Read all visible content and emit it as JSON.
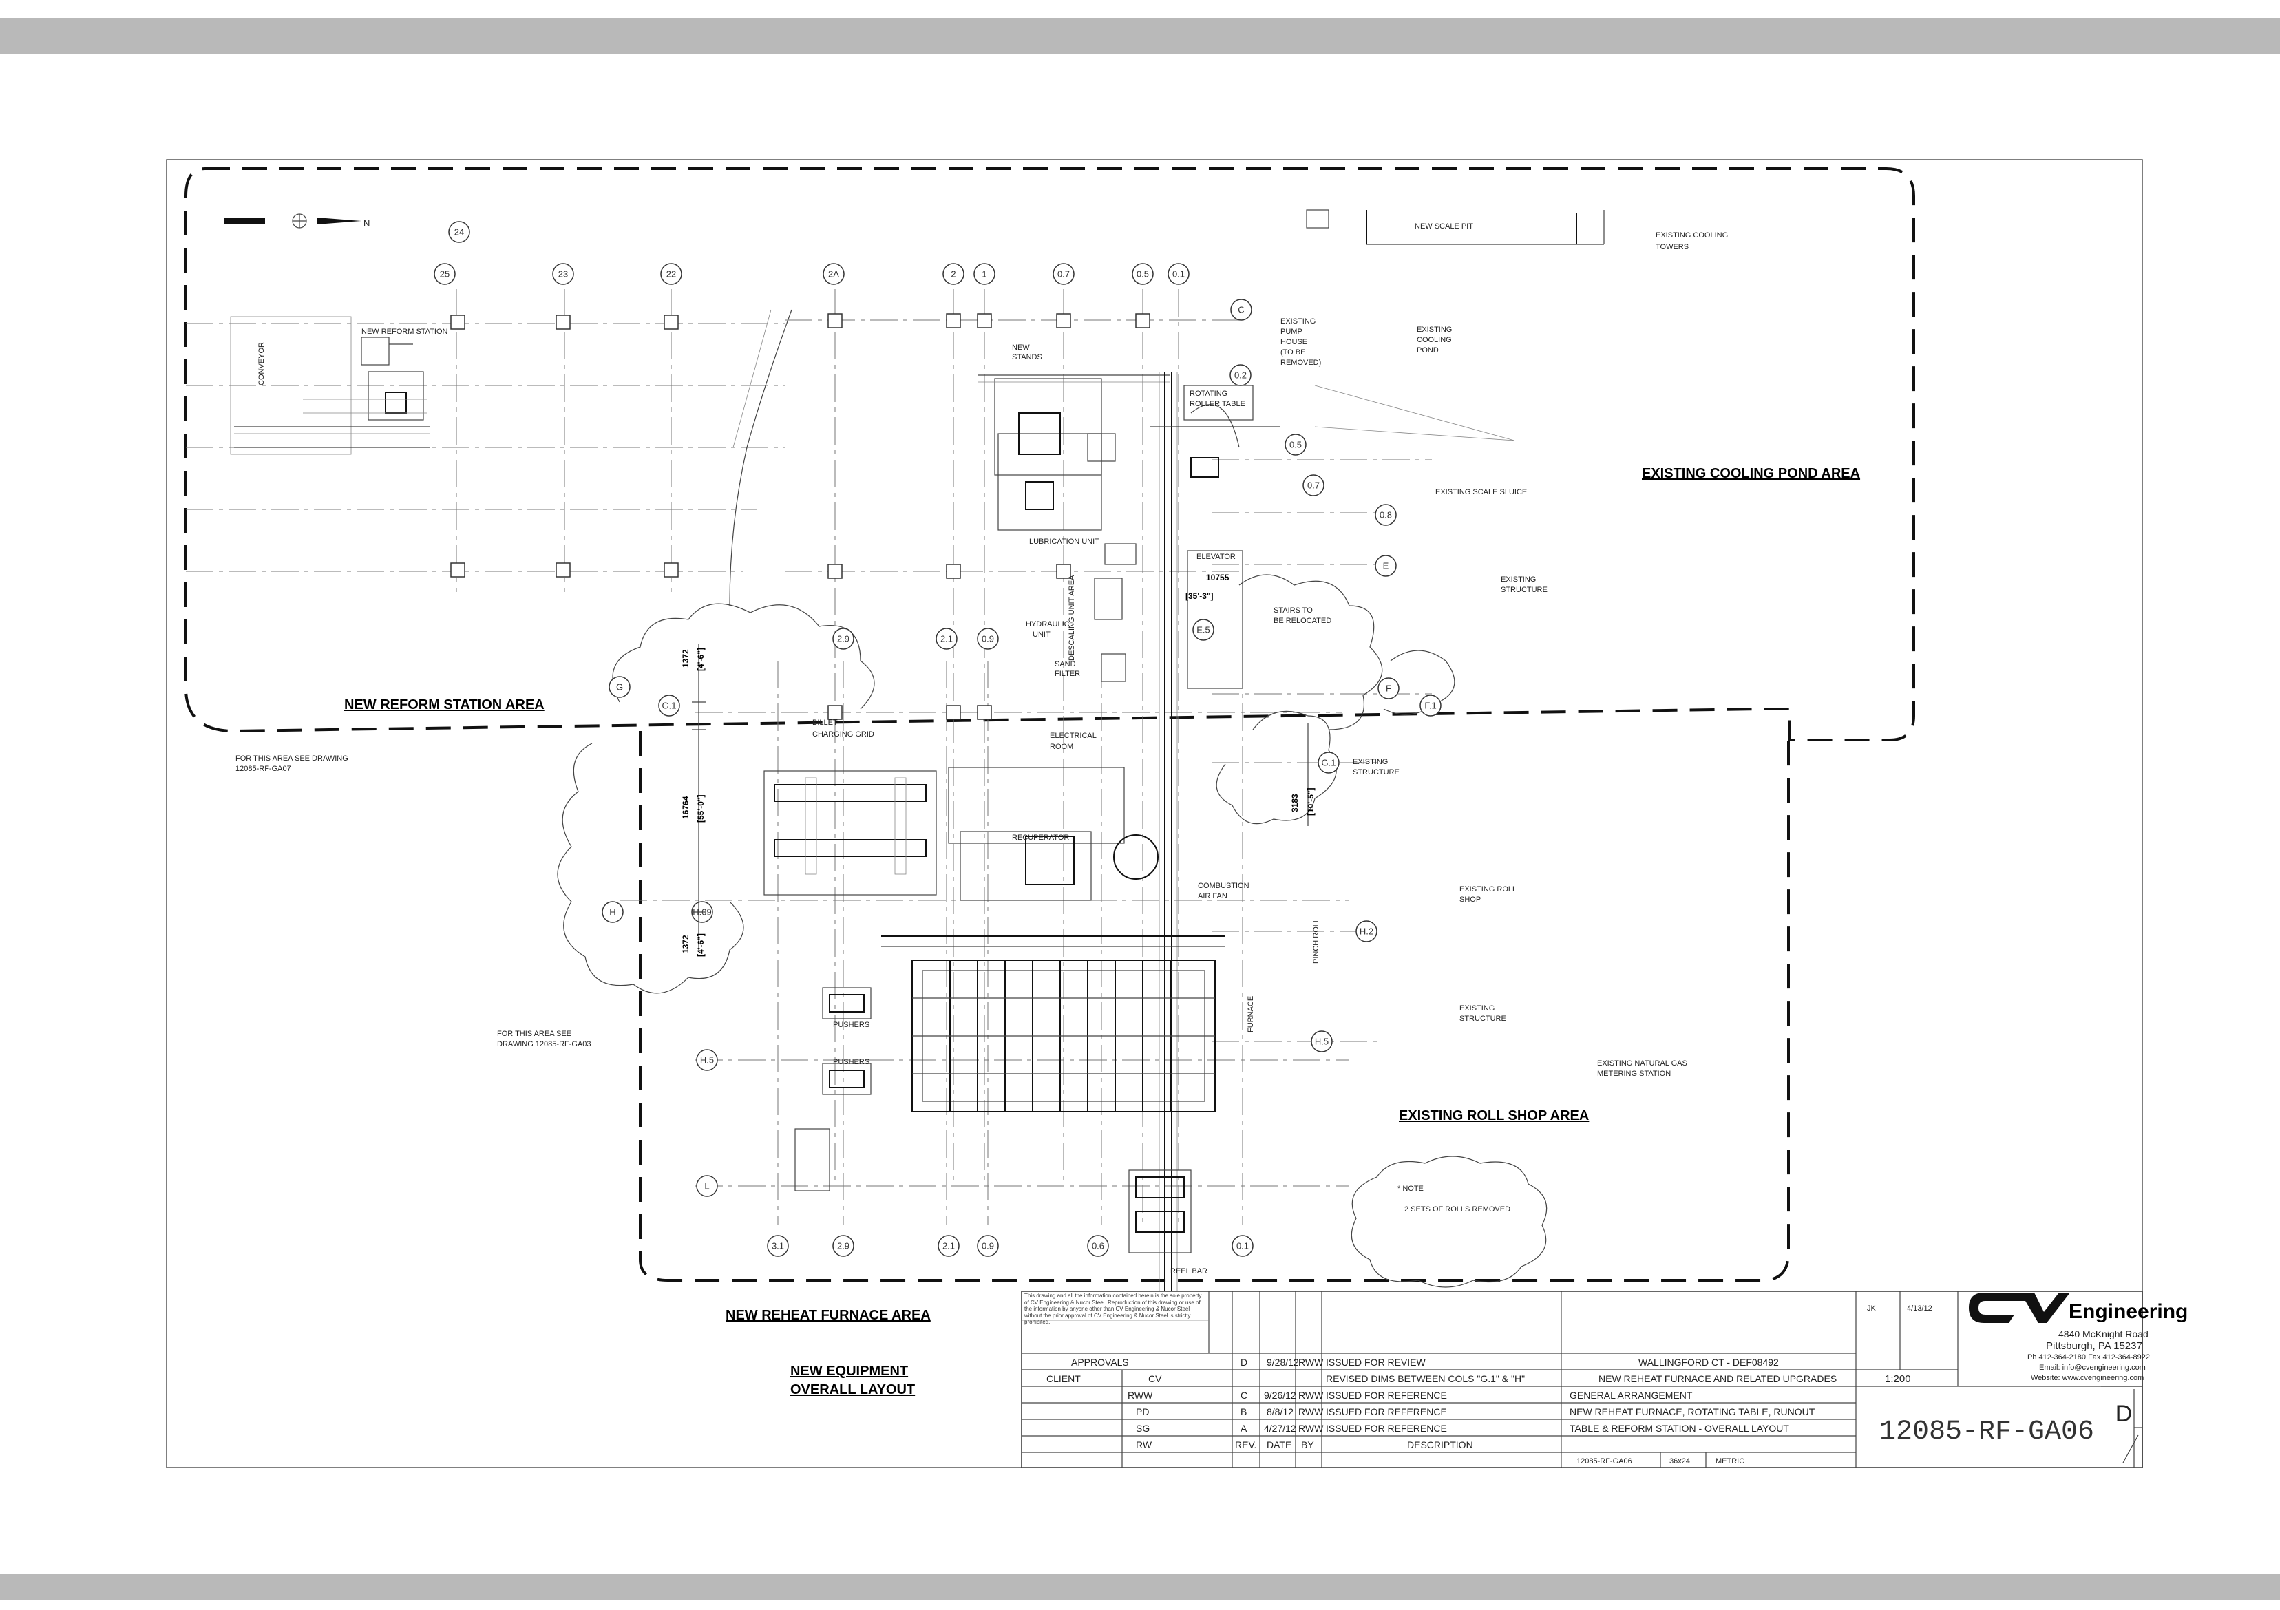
{
  "drawing": {
    "areas": {
      "reform": "NEW REFORM STATION AREA",
      "cooling": "EXISTING COOLING POND AREA",
      "rollshop": "EXISTING ROLL SHOP AREA",
      "reheat": "NEW REHEAT FURNACE AREA",
      "overall_line1": "NEW EQUIPMENT",
      "overall_line2": "OVERALL LAYOUT"
    },
    "north_arrow": "N",
    "labels": {
      "new_scale_pit": "NEW SCALE PIT",
      "existing_cooling_towers_1": "EXISTING COOLING",
      "existing_cooling_towers_2": "TOWERS",
      "existing_pump_house_1": "EXISTING",
      "existing_pump_house_2": "PUMP",
      "existing_pump_house_3": "HOUSE",
      "existing_pump_house_4": "(TO BE",
      "existing_pump_house_5": "REMOVED)",
      "existing_cooling_pond_1": "EXISTING",
      "existing_cooling_pond_2": "COOLING",
      "existing_cooling_pond_3": "POND",
      "existing_scale_sluice": "EXISTING SCALE SLUICE",
      "existing_structure_1": "EXISTING",
      "existing_structure_2": "STRUCTURE",
      "stairs_1": "STAIRS TO",
      "stairs_2": "BE RELOCATED",
      "rotating_roller_table_1": "ROTATING",
      "rotating_roller_table_2": "ROLLER TABLE",
      "new_stands_1": "NEW",
      "new_stands_2": "STANDS",
      "lubrication_unit": "LUBRICATION UNIT",
      "hydraulic_unit_1": "HYDRAULIC",
      "hydraulic_unit_2": "UNIT",
      "sand_filter_1": "SAND",
      "sand_filter_2": "FILTER",
      "descaling_unit_area": "DESCALING UNIT AREA",
      "elevator": "ELEVATOR",
      "conveyor": "CONVEYOR",
      "new_reform_station": "NEW REFORM STATION",
      "for_area_1a": "FOR THIS AREA SEE DRAWING",
      "for_area_1b": "12085-RF-GA07",
      "for_area_2a": "FOR THIS AREA SEE",
      "for_area_2b": "DRAWING 12085-RF-GA03",
      "billet_charging_grid_1": "BILLET",
      "billet_charging_grid_2": "CHARGING GRID",
      "electrical_room_1": "ELECTRICAL",
      "electrical_room_2": "ROOM",
      "recuperator": "RECUPERATOR",
      "combustion_air_fan_1": "COMBUSTION",
      "combustion_air_fan_2": "AIR FAN",
      "pinch_roll": "PINCH ROLL",
      "furnace": "FURNACE",
      "pushers_1": "PUSHERS",
      "pushers_2": "PUSHERS",
      "existing_roll_shop_1": "EXISTING ROLL",
      "existing_roll_shop_2": "SHOP",
      "existing_natural_gas_1": "EXISTING NATURAL GAS",
      "existing_natural_gas_2": "METERING STATION",
      "reel_bar": "REEL BAR",
      "note_1": "* NOTE",
      "note_2": "2 SETS OF ROLLS REMOVED"
    },
    "dims": {
      "d1": "10755",
      "d1b": "[35'-3\"]",
      "d2": "1372",
      "d2b": "[4'-6\"]",
      "d3": "16764",
      "d3b": "[55'-0\"]",
      "d4": "1372",
      "d4b": "[4'-6\"]",
      "d5": "3183",
      "d5b": "[10'-5\"]"
    },
    "grid_top": [
      "24",
      "25",
      "23",
      "22",
      "2A",
      "2",
      "1",
      "0.7",
      "0.5",
      "0.1"
    ],
    "grid_bottom": [
      "3.1",
      "2.9",
      "2.1",
      "0.9",
      "0.6",
      "0.1"
    ],
    "grid_mid": [
      "2.9",
      "2.1",
      "0.9"
    ],
    "grid_right": [
      "C",
      "0.2",
      "0.5",
      "0.7",
      "0.8",
      "E",
      "E.5",
      "F",
      "G.1",
      "F.1",
      "H.2",
      "H.5"
    ],
    "grid_left": [
      "G",
      "G.1",
      "H",
      "H.09",
      "H.5",
      "L"
    ]
  },
  "title_block": {
    "disclaimer": "This drawing and all the information contained herein is the sole property of CV Engineering & Nucor Steel. Reproduction of this drawing or use of the information by anyone other than CV Engineering & Nucor Steel without the prior approval of CV Engineering & Nucor Steel is strictly prohibited.",
    "approvals": "APPROVALS",
    "client": "CLIENT",
    "cv": "CV",
    "revisions": [
      {
        "by_init": "",
        "rev": "D",
        "date": "9/28/12",
        "by": "RWW",
        "desc": "ISSUED FOR REVIEW"
      },
      {
        "by_init": "",
        "rev": "",
        "date": "",
        "by": "",
        "desc": "REVISED DIMS BETWEEN COLS \"G.1\" & \"H\""
      },
      {
        "by_init": "RWW",
        "rev": "C",
        "date": "9/26/12",
        "by": "RWW",
        "desc": "ISSUED FOR REFERENCE"
      },
      {
        "by_init": "PD",
        "rev": "B",
        "date": "8/8/12",
        "by": "RWW",
        "desc": "ISSUED FOR REFERENCE"
      },
      {
        "by_init": "SG",
        "rev": "A",
        "date": "4/27/12",
        "by": "RWW",
        "desc": "ISSUED FOR REFERENCE"
      }
    ],
    "rev_header": {
      "rw": "RW",
      "rev": "REV.",
      "date": "DATE",
      "by": "BY",
      "desc": "DESCRIPTION"
    },
    "project_lines": [
      "WALLINGFORD CT - DEF08492",
      "NEW REHEAT FURNACE AND RELATED UPGRADES",
      "GENERAL ARRANGEMENT",
      "NEW REHEAT FURNACE, ROTATING TABLE, RUNOUT",
      "TABLE & REFORM STATION - OVERALL LAYOUT"
    ],
    "file_name": "12085-RF-GA06",
    "sheet_size": "36x24",
    "units": "METRIC",
    "drawn_by": "JK",
    "drawn_date": "4/13/12",
    "scale": "1:200",
    "company": {
      "name": "Engineering",
      "address1": "4840 McKnight Road",
      "address2": "Pittsburgh, PA 15237",
      "phone": "Ph 412-364-2180   Fax 412-364-8922",
      "email": "Email: info@cvengineering.com",
      "website": "Website: www.cvengineering.com"
    },
    "drawing_number": "12085-RF-GA06",
    "revision": "D"
  }
}
